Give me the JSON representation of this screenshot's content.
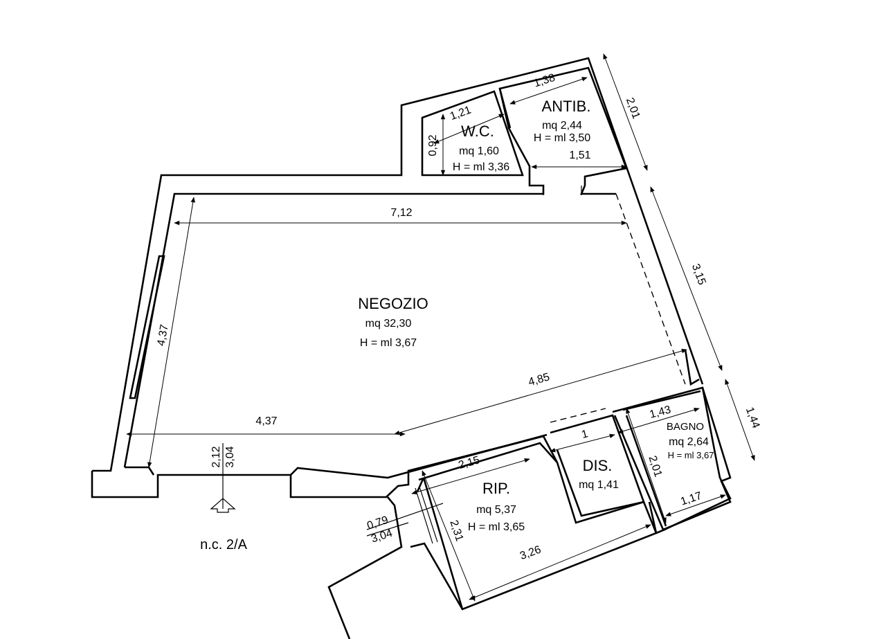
{
  "rooms": {
    "negozio": {
      "name": "NEGOZIO",
      "area": "mq 32,30",
      "height": "H = ml  3,67"
    },
    "wc": {
      "name": "W.C.",
      "area": "mq 1,60",
      "height": "H = ml  3,36"
    },
    "antib": {
      "name": "ANTIB.",
      "area": "mq 2,44",
      "height": "H = ml  3,50"
    },
    "rip": {
      "name": "RIP.",
      "area": "mq 5,37",
      "height": "H = ml  3,65"
    },
    "dis": {
      "name": "DIS.",
      "area": "mq 1,41"
    },
    "bagno": {
      "name": "BAGNO",
      "area": "mq 2,64",
      "height": "H =  ml  3,67"
    }
  },
  "dimensions": {
    "negozio_top": "7,12",
    "negozio_left": "4,37",
    "negozio_bottom": "4,37",
    "negozio_diag": "4,85",
    "entrance_top": "2,12",
    "entrance_bottom": "3,04",
    "wc_width": "1,21",
    "wc_depth": "0,92",
    "antib_top": "1,38",
    "antib_bottom": "1,51",
    "outer_201": "2,01",
    "outer_315": "3,15",
    "outer_144": "1,44",
    "bagno_width": "1,43",
    "bagno_depth": "2,01",
    "bagno_bottom": "1,17",
    "dis_width": "1",
    "rip_top": "2,15",
    "rip_side": "2,31",
    "rip_bottom": "3,26",
    "rip_door_top": "0,79",
    "rip_door_bottom": "3,04"
  },
  "entrance_label": "n.c. 2/A"
}
